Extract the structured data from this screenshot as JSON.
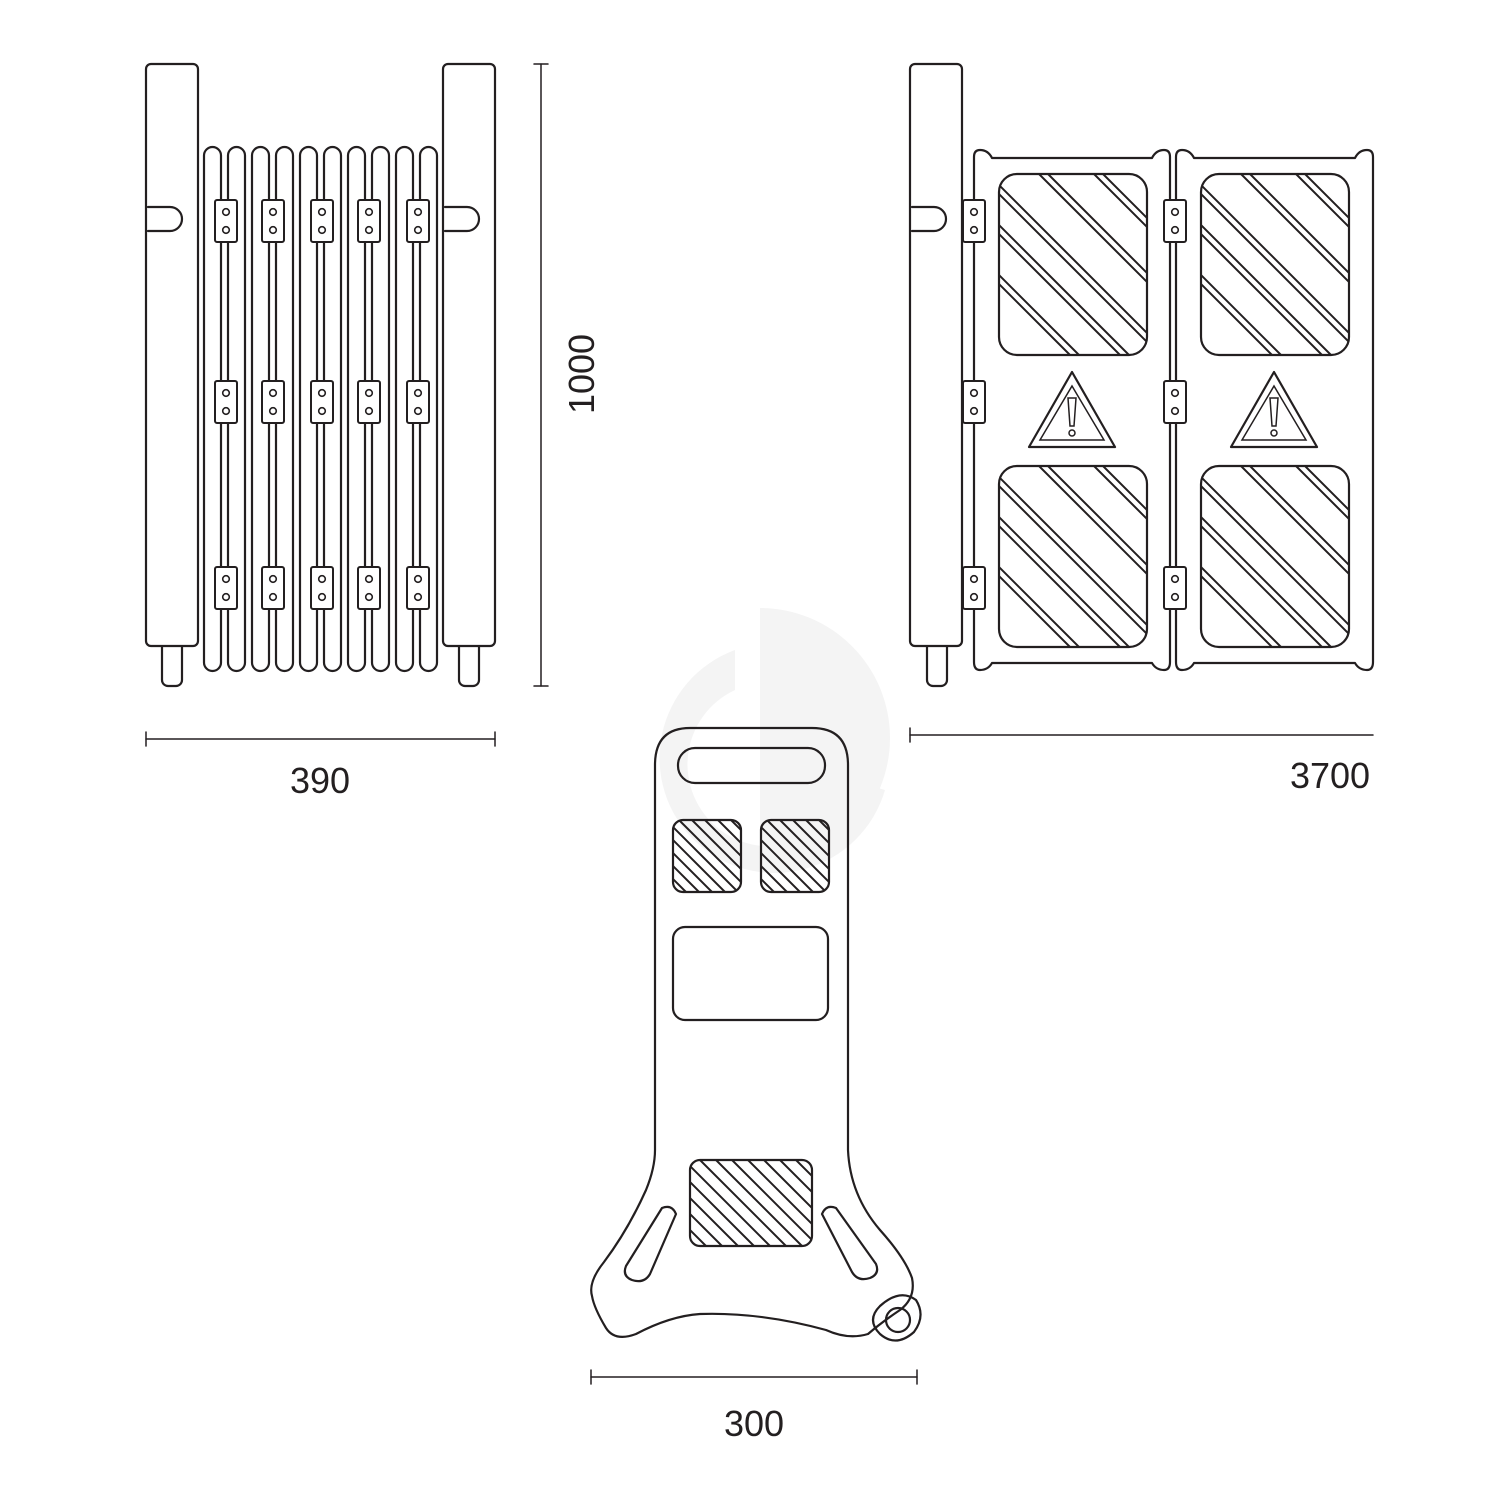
{
  "dimensions": {
    "folded_width": "390",
    "height": "1000",
    "extended_width": "3700",
    "base_depth": "300"
  },
  "colors": {
    "line": "#231f20",
    "background": "#ffffff"
  }
}
